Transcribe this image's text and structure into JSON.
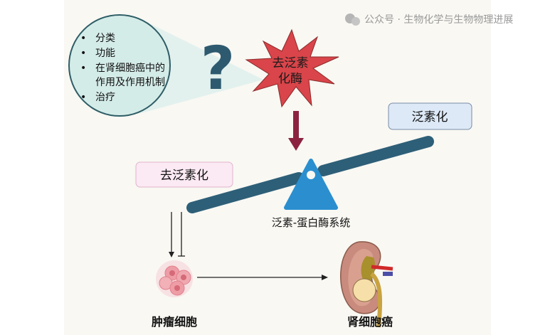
{
  "bubble": {
    "items": [
      "分类",
      "功能",
      "在肾细胞癌中的",
      "作用及作用机制",
      "治疗"
    ]
  },
  "question_mark": "?",
  "enzyme": {
    "line1": "去泛素",
    "line2": "化酶"
  },
  "left_box": "去泛素化",
  "right_box": "泛素化",
  "system_label": "泛素-蛋白酶系统",
  "tumor_label": "肿瘤细胞",
  "kidney_label": "肾细胞癌",
  "watermark": "公众号 · 生物化学与生物物理进展",
  "colors": {
    "star": "#d9454a",
    "beam": "#2e5f78",
    "fulcrum": "#2b8fcf",
    "arrow": "#8b2340"
  }
}
